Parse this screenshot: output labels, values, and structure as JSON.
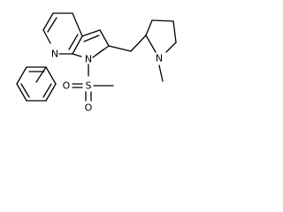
{
  "molecule": {
    "atoms": {
      "n_pyridine": "N",
      "n_pyrrole": "N",
      "n_pyrrolidine": "N",
      "s_sulfonyl": "S",
      "o_left": "O",
      "o_bottom": "O"
    },
    "colors": {
      "bond": "#000000",
      "label": "#000000",
      "background": "#ffffff"
    }
  }
}
